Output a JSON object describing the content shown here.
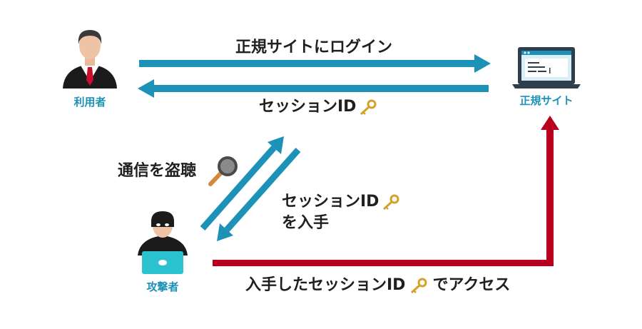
{
  "colors": {
    "accent_blue": "#1d92b8",
    "arrow_red": "#b8001e",
    "key_gold": "#d4a22a",
    "text": "#1f1f1f"
  },
  "labels": {
    "login": "正規サイトにログイン",
    "session_id": "セッションID",
    "eavesdrop": "通信を盗聴",
    "obtain_line1": "セッションID",
    "obtain_line2": "を入手",
    "access_prefix": "入手したセッションID",
    "access_suffix": "でアクセス"
  },
  "captions": {
    "user": "利用者",
    "site": "正規サイト",
    "attacker": "攻撃者"
  },
  "icons": [
    "businessman-icon",
    "laptop-site-icon",
    "hacker-icon",
    "key-icon",
    "magnifier-icon"
  ]
}
